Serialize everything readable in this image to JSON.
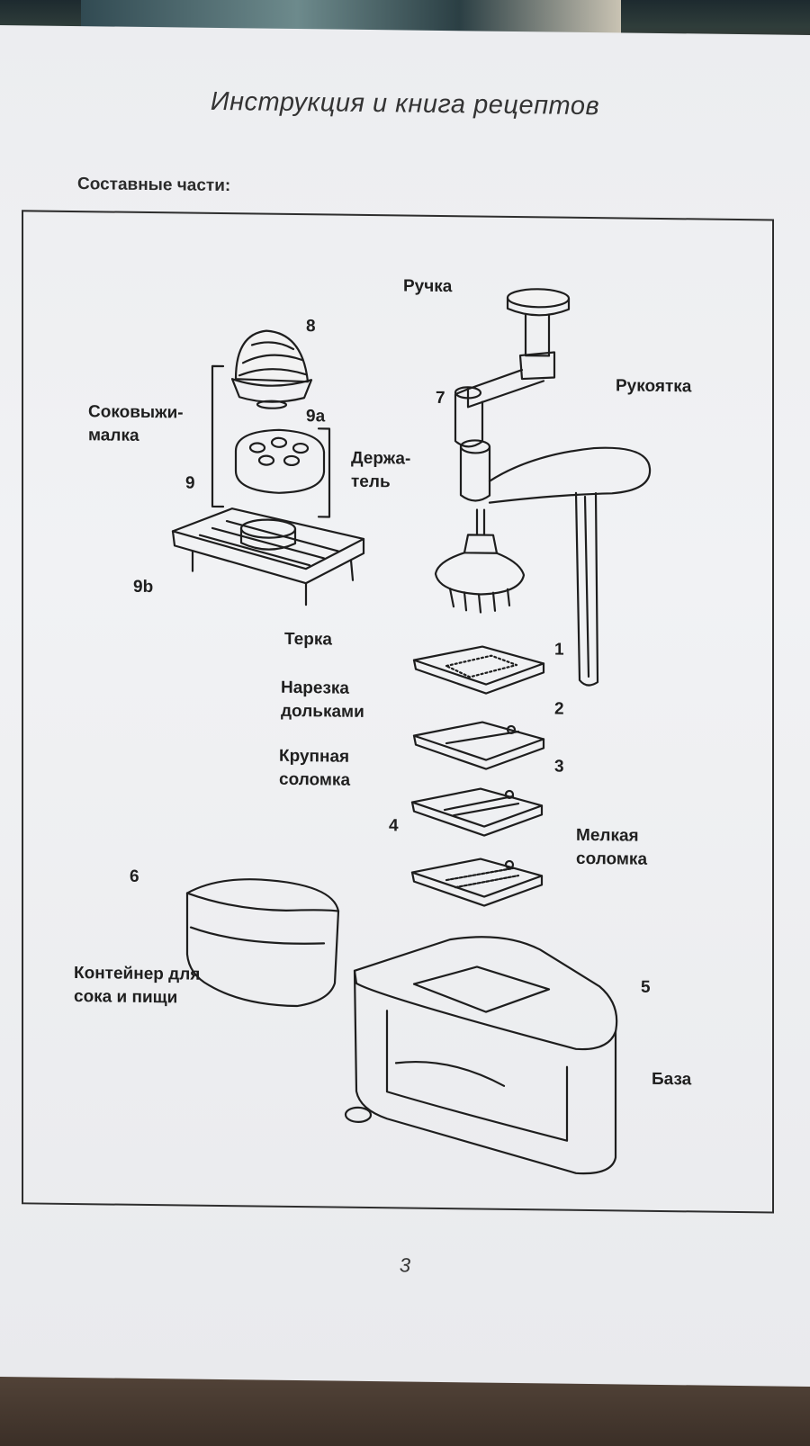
{
  "document": {
    "header_title": "Инструкция и книга рецептов",
    "section_title": "Составные части:",
    "page_number": "3"
  },
  "parts": {
    "handle_label": "Ручка",
    "crank_label": "Рукоятка",
    "juicer_label_line1": "Соковыжи-",
    "juicer_label_line2": "малка",
    "holder_label_line1": "Держа-",
    "holder_label_line2": "тель",
    "grater_label": "Терка",
    "slices_label_line1": "Нарезка",
    "slices_label_line2": "дольками",
    "coarse_label_line1": "Крупная",
    "coarse_label_line2": "соломка",
    "fine_label_line1": "Мелкая",
    "fine_label_line2": "соломка",
    "container_label_line1": "Контейнер для",
    "container_label_line2": "сока и пищи",
    "base_label": "База"
  },
  "numbers": {
    "n8": "8",
    "n9a": "9a",
    "n9": "9",
    "n9b": "9b",
    "n7": "7",
    "n1": "1",
    "n2": "2",
    "n3": "3",
    "n4": "4",
    "n6": "6",
    "n5": "5"
  }
}
